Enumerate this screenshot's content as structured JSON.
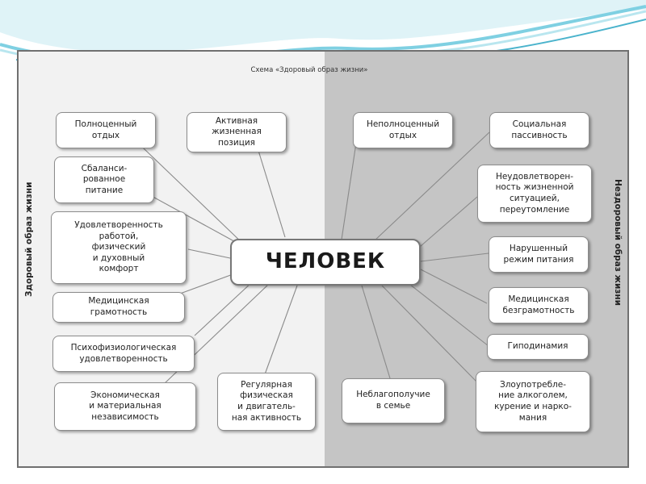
{
  "scheme_title": "Схема «Здоровый образ жизни»",
  "center_label": "ЧЕЛОВЕК",
  "side_left_label": "Здоровый образ жизни",
  "side_right_label": "Нездоровый образ жизни",
  "healthy_factors": [
    "Полноценный\nотдых",
    "Активная\nжизненная\nпозиция",
    "Сбаланси-\nрованное\nпитание",
    "Удовлетворенность\nработой,\nфизический\nи духовный\nкомфорт",
    "Медицинская\nграмотность",
    "Психофизиологическая\nудовлетворенность",
    "Экономическая\nи материальная\nнезависимость",
    "Регулярная\nфизическая\nи двигатель-\nная активность"
  ],
  "unhealthy_factors": [
    "Неполноценный\nотдых",
    "Социальная\nпассивность",
    "Неудовлетворен-\nность жизненной\nситуацией,\nпереутомление",
    "Нарушенный\nрежим питания",
    "Медицинская\nбезграмотность",
    "Гиподинамия",
    "Злоупотребле-\nние алкоголем,\nкурение и нарко-\nмания",
    "Неблагополучие\nв семье"
  ],
  "colors": {
    "healthy_side": "#f2f2f2",
    "unhealthy_side": "#c5c5c5",
    "connector": "#8a8a8a",
    "accent": "#5bbfd6"
  }
}
